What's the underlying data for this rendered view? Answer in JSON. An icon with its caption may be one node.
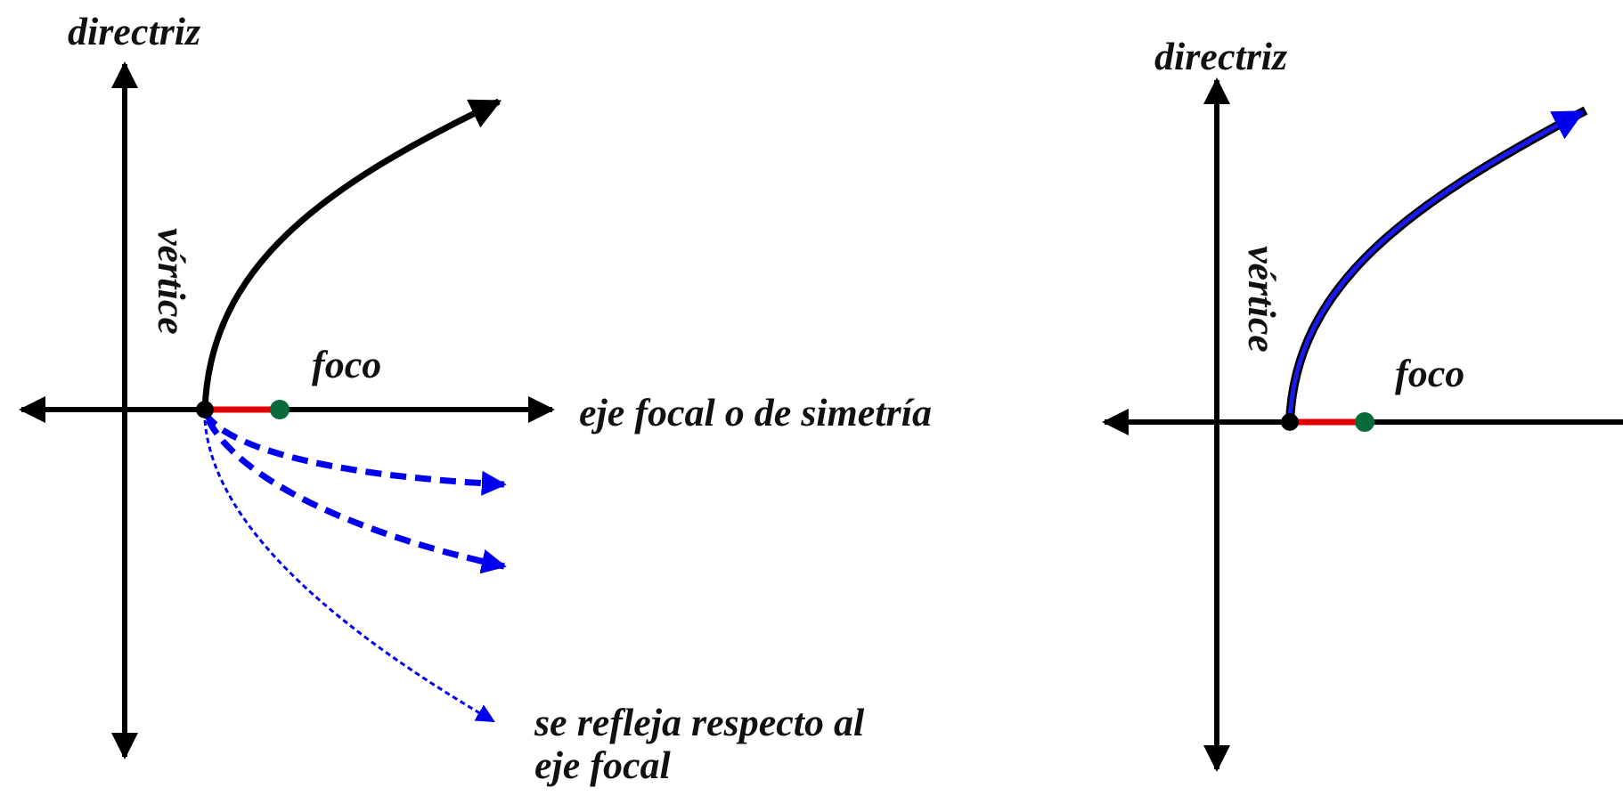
{
  "diagram": {
    "labels": [
      "directriz",
      "directriz",
      "vértice",
      "vértice",
      "foco",
      "foco",
      "eje focal o de simetría",
      "se refleja respecto al eje focal"
    ]
  }
}
